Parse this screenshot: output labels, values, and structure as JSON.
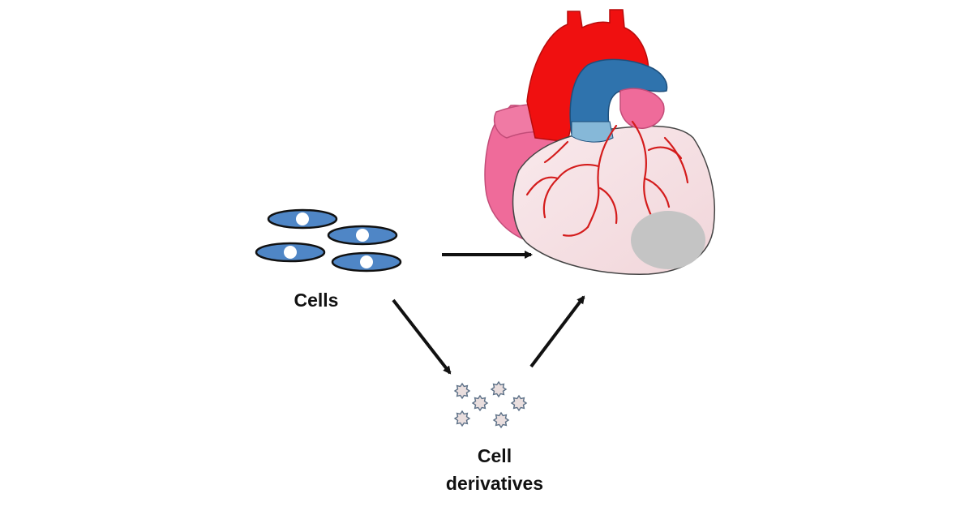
{
  "labels": {
    "cells": "Cells",
    "derivatives_line1": "Cell",
    "derivatives_line2": "derivatives"
  },
  "icons": {
    "heart": "heart-illustration",
    "cells": "cell-icon",
    "derivatives": "star-particle-icon",
    "arrows": "arrow-icon"
  },
  "colors": {
    "cell_fill": "#4f86c6",
    "cell_nucleus": "#ffffff",
    "outline": "#111111",
    "aorta": "#f01010",
    "atrium": "#ef6b9a",
    "pulmonary": "#2f73ad",
    "ventricle": "#f7dfe3",
    "coronary": "#d41c1c",
    "infarct": "#c4c4c4",
    "particle": "#e9dede"
  }
}
